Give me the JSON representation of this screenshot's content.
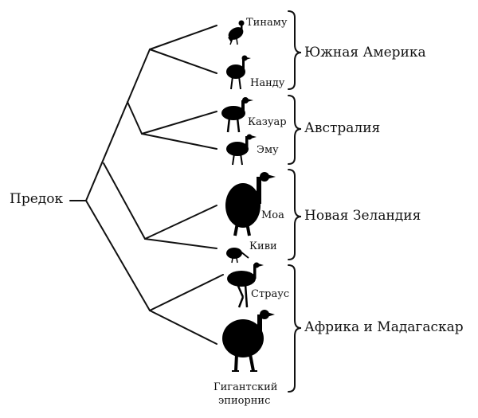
{
  "root_label": "Предок",
  "taxa": {
    "tinamou": "Тинаму",
    "rhea": "Нанду",
    "cassowary": "Казуар",
    "emu": "Эму",
    "moa": "Моа",
    "kiwi": "Киви",
    "ostrich": "Страус",
    "elephant_bird_line1": "Гигантский",
    "elephant_bird_line2": "эпиорнис"
  },
  "regions": {
    "south_america": "Южная Америка",
    "australia": "Австралия",
    "new_zealand": "Новая Зеландия",
    "africa_madagascar": "Африка и Мадагаскар"
  },
  "colors": {
    "line": "#111111",
    "silhouette": "#000000",
    "background": "#ffffff"
  }
}
